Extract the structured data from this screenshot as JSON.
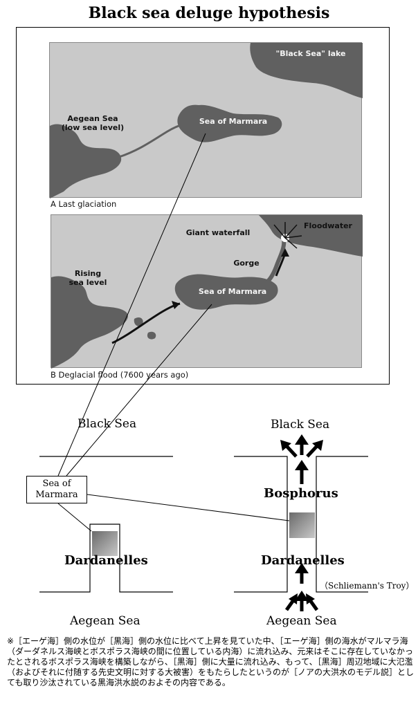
{
  "title": "Black sea deluge hypothesis",
  "panel_a": {
    "caption": "A Last glaciation",
    "labels": {
      "black_sea_lake": "\"Black Sea\" lake",
      "aegean": "Aegean Sea\n(low sea level)",
      "marmara": "Sea of Marmara"
    }
  },
  "panel_b": {
    "caption": "B Deglacial flood (7600 years ago)",
    "labels": {
      "waterfall": "Giant waterfall",
      "floodwater": "Floodwater",
      "gorge": "Gorge",
      "rising": "Rising\nsea level",
      "marmara": "Sea of Marmara"
    }
  },
  "schematic": {
    "left": {
      "top_sea": "Black Sea",
      "strait": "Dardanelles",
      "bottom_sea": "Aegean Sea"
    },
    "right": {
      "top_sea": "Black Sea",
      "upper_strait": "Bosphorus",
      "lower_strait": "Dardanelles",
      "bottom_sea": "Aegean Sea",
      "troy": "（Schliemann's Troy）"
    },
    "marmara_box": "Sea of\nMarmara"
  },
  "note": "※［エーゲ海］側の水位が［黒海］側の水位に比べて上昇を見ていた中、［エーゲ海］側の海水がマルマラ海（ダーダネルス海峡とボスポラス海峡の間に位置している内海）に流れ込み、元来はそこに存在していなかったとされるボスポラス海峡を構築しながら、［黒海］側に大量に流れ込み、もって、［黒海］周辺地域に大氾濫（およびそれに付随する先史文明に対する大被害）をもたらしたというのが［ノアの大洪水のモデル説］としても取り沙汰されている黒海洪水説のおよその内容である。"
}
